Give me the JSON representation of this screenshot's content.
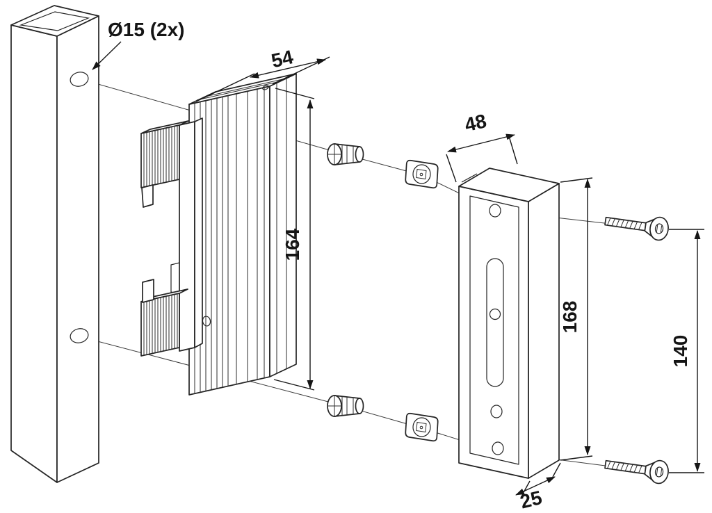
{
  "drawing": {
    "background": "#ffffff",
    "line_color": "#232323",
    "text_color": "#151515",
    "dims": {
      "hole_callout": "Ø15 (2x)",
      "profile_width": "54",
      "profile_height": "164",
      "keeper_width": "48",
      "keeper_height": "168",
      "screw_spacing": "140",
      "keeper_depth": "25"
    }
  }
}
